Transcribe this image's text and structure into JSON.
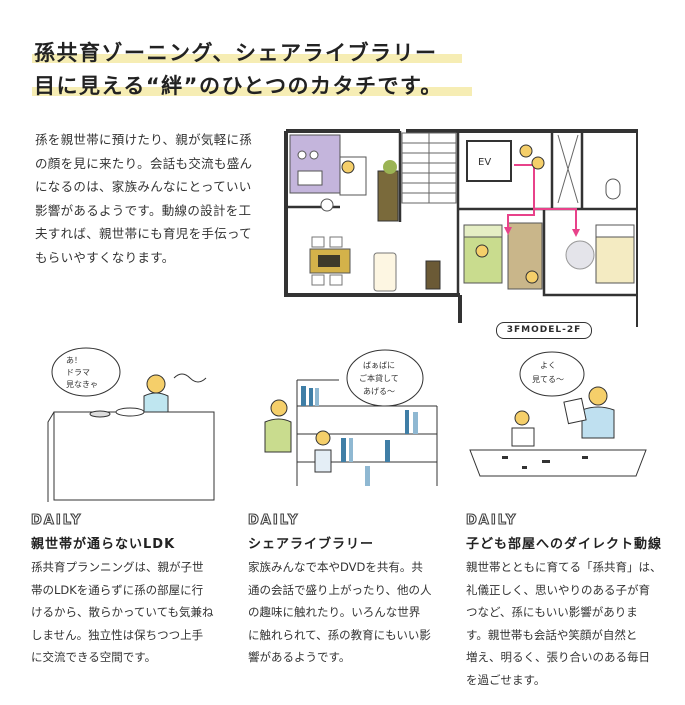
{
  "headline": {
    "line1": "孫共育ゾーニング、シェアライブラリー",
    "line2": "目に見える“絆”のひとつのカタチです。"
  },
  "intro": {
    "lines": [
      "孫を親世帯に預けたり、親が気軽に孫",
      "の顔を見に来たり。会話も交流も盛ん",
      "になるのは、家族みんなにとっていい",
      "影響があるようです。動線の設計を工",
      "夫すれば、親世帯にも育児を手伝って",
      "もらいやすくなります。"
    ]
  },
  "floorplan": {
    "label": "3FMODEL-2F",
    "ev_label": "EV",
    "accent_color": "#e8428a",
    "sofa_color": "#c9dc8e",
    "counter_color": "#c4b5dc",
    "table_color": "#d4b24a"
  },
  "scenes": {
    "kitchen_bubble": [
      "あ！",
      "ドラマ",
      "見なきゃ"
    ],
    "library_bubble": [
      "ばぁばに",
      "ご本貸して",
      "あげる〜"
    ],
    "room_bubble": [
      "よく",
      "見てる〜"
    ]
  },
  "columns": [
    {
      "tag": "DAILY",
      "title": "親世帯が通らないLDK",
      "lines": [
        "孫共育プランニングは、親が子世",
        "帯のLDKを通らずに孫の部屋に行",
        "けるから、散らかっていても気兼ね",
        "しません。独立性は保ちつつ上手",
        "に交流できる空間です。"
      ]
    },
    {
      "tag": "DAILY",
      "title": "シェアライブラリー",
      "lines": [
        "家族みんなで本やDVDを共有。共",
        "通の会話で盛り上がったり、他の人",
        "の趣味に触れたり。いろんな世界",
        "に触れられて、孫の教育にもいい影",
        "響があるようです。"
      ]
    },
    {
      "tag": "DAILY",
      "title": "子ども部屋へのダイレクト動線",
      "lines": [
        "親世帯とともに育てる「孫共育」は、",
        "礼儀正しく、思いやりのある子が育",
        "つなど、孫にもいい影響がありま",
        "す。親世帯も会話や笑顔が自然と",
        "増え、明るく、張り合いのある毎日",
        "を過ごせます。"
      ]
    }
  ]
}
